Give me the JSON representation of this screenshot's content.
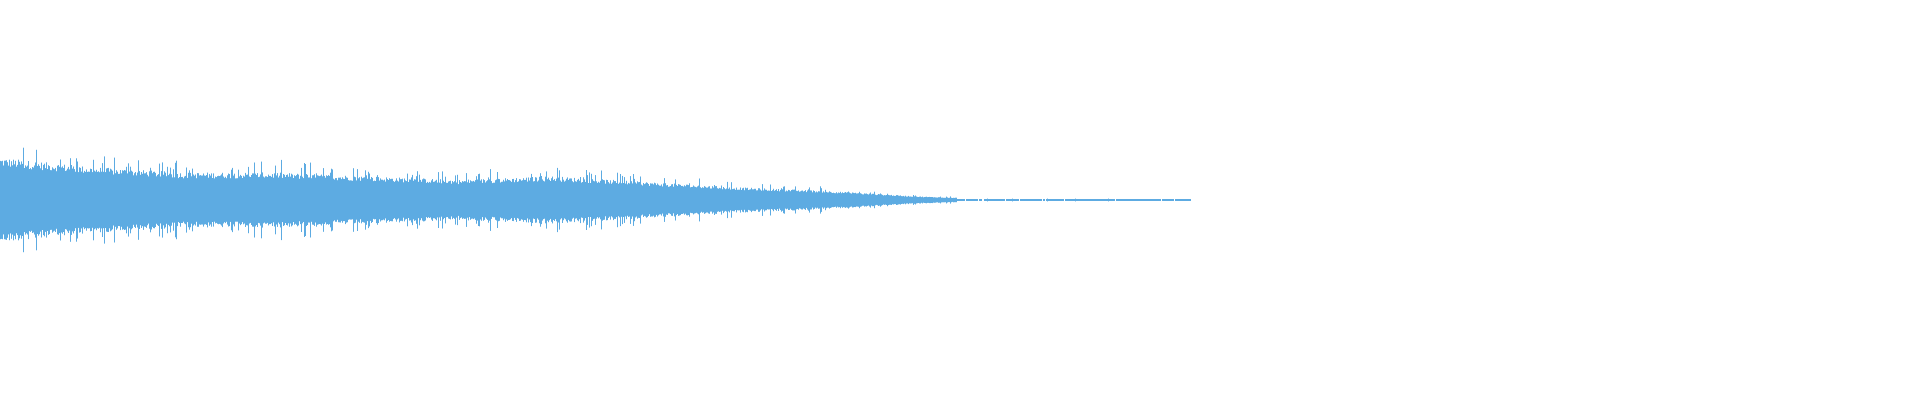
{
  "chart_data": {
    "type": "waveform",
    "title": "",
    "color": "#5DABE2",
    "background": "#FFFFFF",
    "amplitude_range": [
      -1,
      1
    ],
    "envelope_peak_amplitude": [
      0.23,
      0.18,
      0.15,
      0.15,
      0.13,
      0.11,
      0.13,
      0.1,
      0.07,
      0.05,
      0.02,
      0.003,
      0.003,
      0.003
    ],
    "active_fraction": 0.803,
    "grid": false,
    "legend": "none"
  }
}
